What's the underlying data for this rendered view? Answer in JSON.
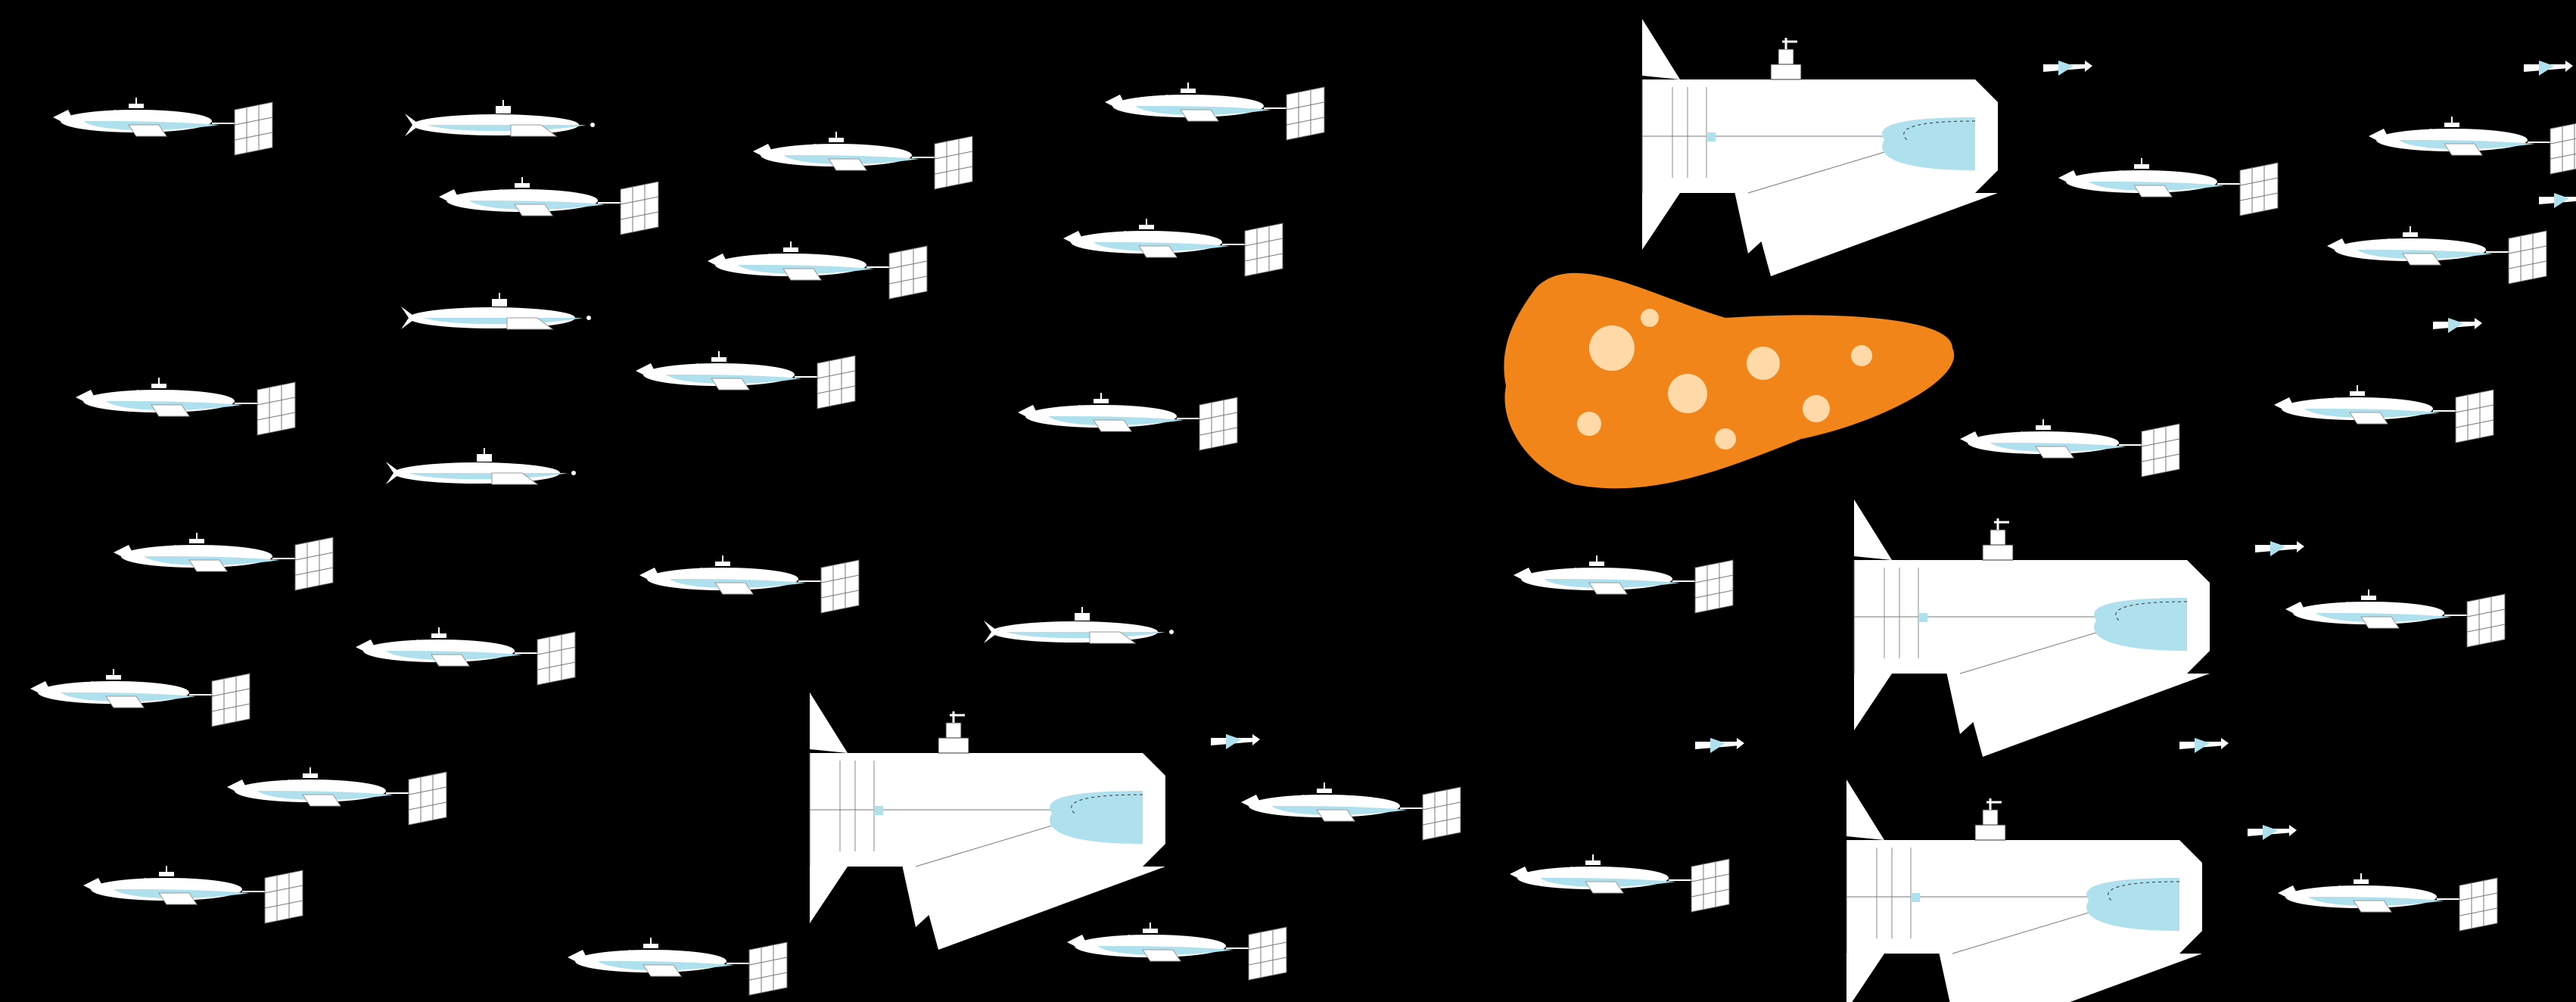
{
  "scene": {
    "background": "#000000",
    "hull_color": "#ffffff",
    "accent_color": "#aee0ee",
    "outline_color": "#333333",
    "explosion_color": "#ff8c1a",
    "explosion_core_color": "#ffd9a8"
  },
  "entities": {
    "mothership": {
      "count": 4,
      "icon": "mothership-icon"
    },
    "cruiser": {
      "count": 19,
      "icon": "cruiser-with-solar-panel-icon"
    },
    "gunship": {
      "count": 12,
      "icon": "cruiser-icon"
    },
    "fighter": {
      "count": 9,
      "icon": "fighter-icon"
    },
    "explosion": {
      "count": 1,
      "icon": "explosion-icon"
    }
  }
}
